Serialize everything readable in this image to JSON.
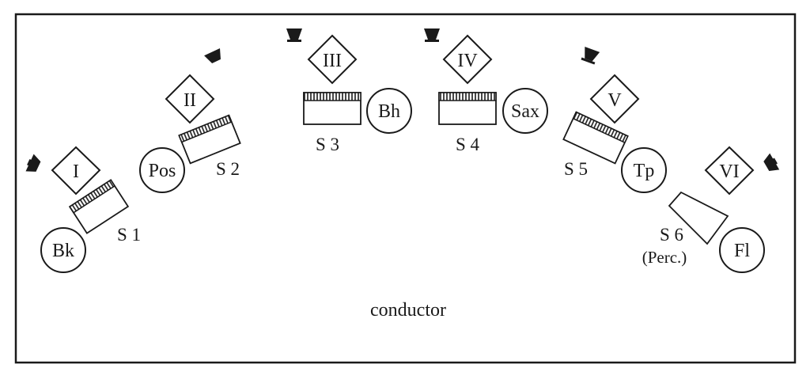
{
  "colors": {
    "ink": "#1a1a1a",
    "background": "#ffffff"
  },
  "diagram": {
    "area_label": "conductor",
    "sections": [
      {
        "id": "I",
        "label": "I"
      },
      {
        "id": "II",
        "label": "II"
      },
      {
        "id": "III",
        "label": "III"
      },
      {
        "id": "IV",
        "label": "IV"
      },
      {
        "id": "V",
        "label": "V"
      },
      {
        "id": "VI",
        "label": "VI"
      }
    ],
    "instruments": [
      {
        "id": "bk",
        "label": "Bk"
      },
      {
        "id": "pos",
        "label": "Pos"
      },
      {
        "id": "bh",
        "label": "Bh"
      },
      {
        "id": "sax",
        "label": "Sax"
      },
      {
        "id": "tp",
        "label": "Tp"
      },
      {
        "id": "fl",
        "label": "Fl"
      }
    ],
    "stands": [
      {
        "id": "s1",
        "label": "S 1"
      },
      {
        "id": "s2",
        "label": "S 2"
      },
      {
        "id": "s3",
        "label": "S 3"
      },
      {
        "id": "s4",
        "label": "S 4"
      },
      {
        "id": "s5",
        "label": "S 5"
      },
      {
        "id": "s6",
        "label": "S 6",
        "sublabel": "(Perc.)"
      }
    ],
    "icons": [
      "speaker-icon",
      "speaker-icon",
      "speaker-icon",
      "speaker-icon",
      "speaker-icon",
      "speaker-icon"
    ]
  }
}
